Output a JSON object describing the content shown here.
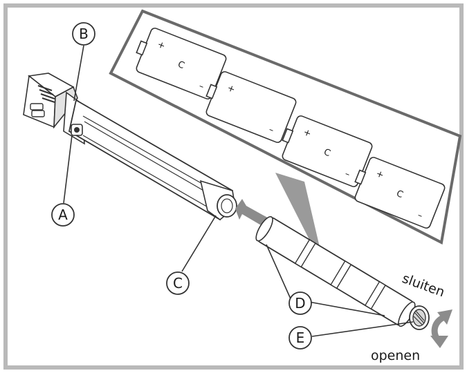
{
  "callouts": {
    "a": "A",
    "b": "B",
    "c": "C",
    "d": "D",
    "e": "E"
  },
  "battery_marks": {
    "plus": "+",
    "minus": "–",
    "type": "C"
  },
  "rotation": {
    "close": "sluiten",
    "open": "openen"
  }
}
